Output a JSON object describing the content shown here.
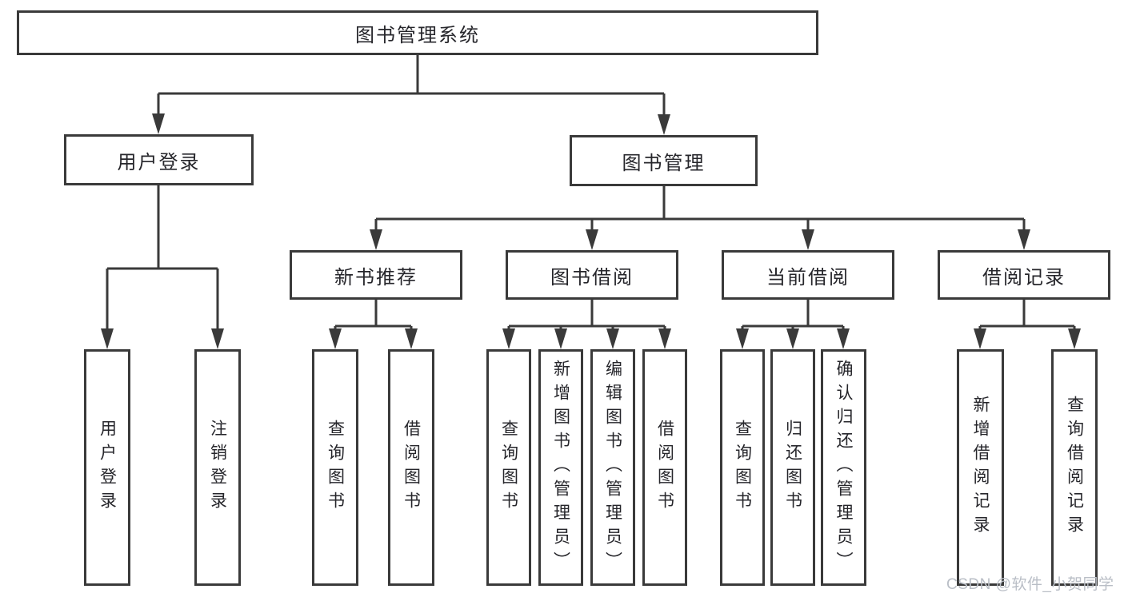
{
  "tree": {
    "root": {
      "label": "图书管理系统"
    },
    "login_branch": {
      "label": "用户登录",
      "leaves": [
        {
          "label": "用户登录"
        },
        {
          "label": "注销登录"
        }
      ]
    },
    "mgmt_branch": {
      "label": "图书管理",
      "groups": [
        {
          "label": "新书推荐",
          "leaves": [
            {
              "label": "查询图书"
            },
            {
              "label": "借阅图书"
            }
          ]
        },
        {
          "label": "图书借阅",
          "leaves": [
            {
              "label": "查询图书"
            },
            {
              "label": "新增图书（管理员）"
            },
            {
              "label": "编辑图书（管理员）"
            },
            {
              "label": "借阅图书"
            }
          ]
        },
        {
          "label": "当前借阅",
          "leaves": [
            {
              "label": "查询图书"
            },
            {
              "label": "归还图书"
            },
            {
              "label": "确认归还（管理员）"
            }
          ]
        },
        {
          "label": "借阅记录",
          "leaves": [
            {
              "label": "新增借阅记录"
            },
            {
              "label": "查询借阅记录"
            }
          ]
        }
      ]
    }
  },
  "watermark": {
    "text": "CSDN @软件_小贺同学"
  },
  "colors": {
    "line": "#3a3a3a",
    "box_border": "#3a3a3a",
    "text": "#26262b",
    "watermark": "#b9bec6",
    "background": "#ffffff"
  }
}
